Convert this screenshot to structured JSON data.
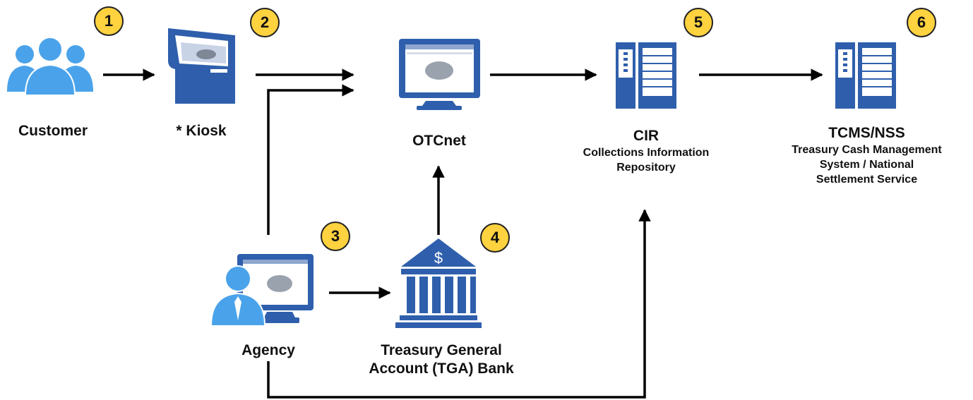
{
  "colors": {
    "accent": "#2f5fac",
    "person": "#4aa3ea",
    "badge": "#ffd23f",
    "arrow": "#000000"
  },
  "nodes": {
    "customer": {
      "label": "Customer",
      "icon": "people-icon",
      "step": "1"
    },
    "kiosk": {
      "label": "* Kiosk",
      "icon": "kiosk-icon",
      "step": "2"
    },
    "agency": {
      "label": "Agency",
      "icon": "agent-monitor-icon",
      "step": "3"
    },
    "tga": {
      "label_line1": "Treasury General",
      "label_line2": "Account (TGA) Bank",
      "icon": "bank-icon",
      "step": "4"
    },
    "otcnet": {
      "label": "OTCnet",
      "icon": "monitor-icon"
    },
    "cir": {
      "label": "CIR",
      "sub1": "Collections Information",
      "sub2": "Repository",
      "icon": "server-icon",
      "step": "5"
    },
    "tcms": {
      "label": "TCMS/NSS",
      "sub1": "Treasury Cash Management",
      "sub2": "System / National",
      "sub3": "Settlement Service",
      "icon": "server-icon",
      "step": "6"
    }
  },
  "bank_symbol": "$"
}
